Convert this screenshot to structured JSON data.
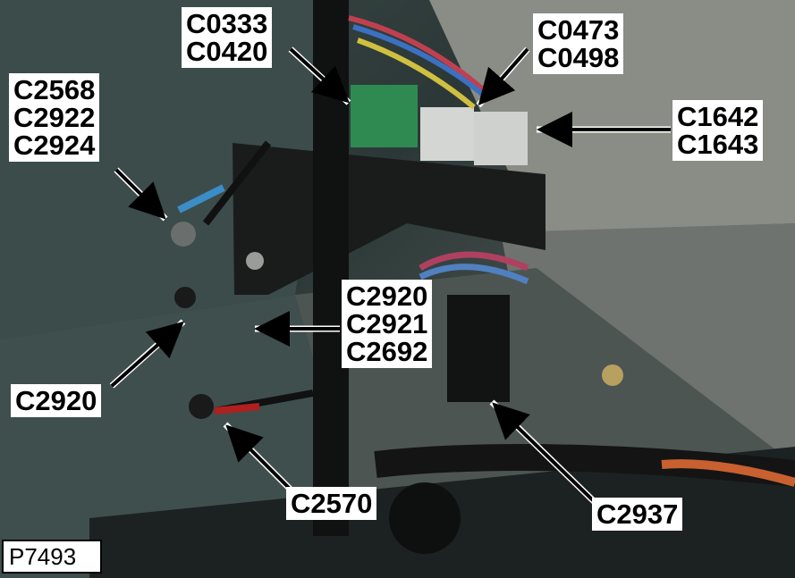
{
  "figure_id": "P7493",
  "callouts": {
    "top_left_pair": [
      "C0333",
      "C0420"
    ],
    "top_right_pair": [
      "C0473",
      "C0498"
    ],
    "right_pair": [
      "C1642",
      "C1643"
    ],
    "left_triple": [
      "C2568",
      "C2922",
      "C2924"
    ],
    "center_triple": [
      "C2920",
      "C2921",
      "C2692"
    ],
    "left_single": "C2920",
    "bottom_single": "C2570",
    "bottom_right_single": "C2937"
  }
}
